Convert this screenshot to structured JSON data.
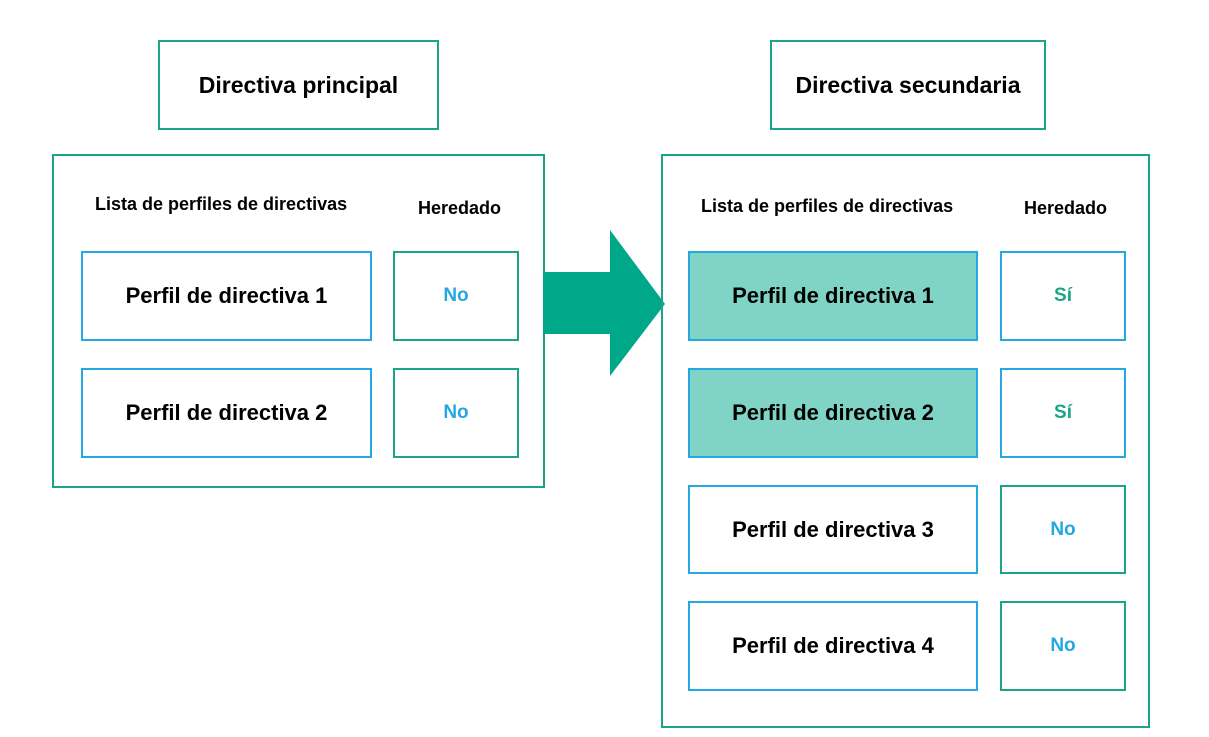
{
  "colors": {
    "green": "#1aa586",
    "blue": "#25a7e1",
    "inherited_fill": "#7fd4c5",
    "arrow": "#00a88a"
  },
  "parent": {
    "title": "Directiva principal",
    "list_header": "Lista de perfiles de directivas",
    "inherited_header": "Heredado",
    "profiles": [
      {
        "name": "Perfil de directiva 1",
        "inherited": "No"
      },
      {
        "name": "Perfil de directiva 2",
        "inherited": "No"
      }
    ]
  },
  "child": {
    "title": "Directiva secundaria",
    "list_header": "Lista de perfiles de directivas",
    "inherited_header": "Heredado",
    "profiles": [
      {
        "name": "Perfil de directiva 1",
        "inherited": "Sí"
      },
      {
        "name": "Perfil de directiva 2",
        "inherited": "Sí"
      },
      {
        "name": "Perfil de directiva 3",
        "inherited": "No"
      },
      {
        "name": "Perfil de directiva 4",
        "inherited": "No"
      }
    ]
  },
  "arrow_icon": "right-arrow-icon"
}
